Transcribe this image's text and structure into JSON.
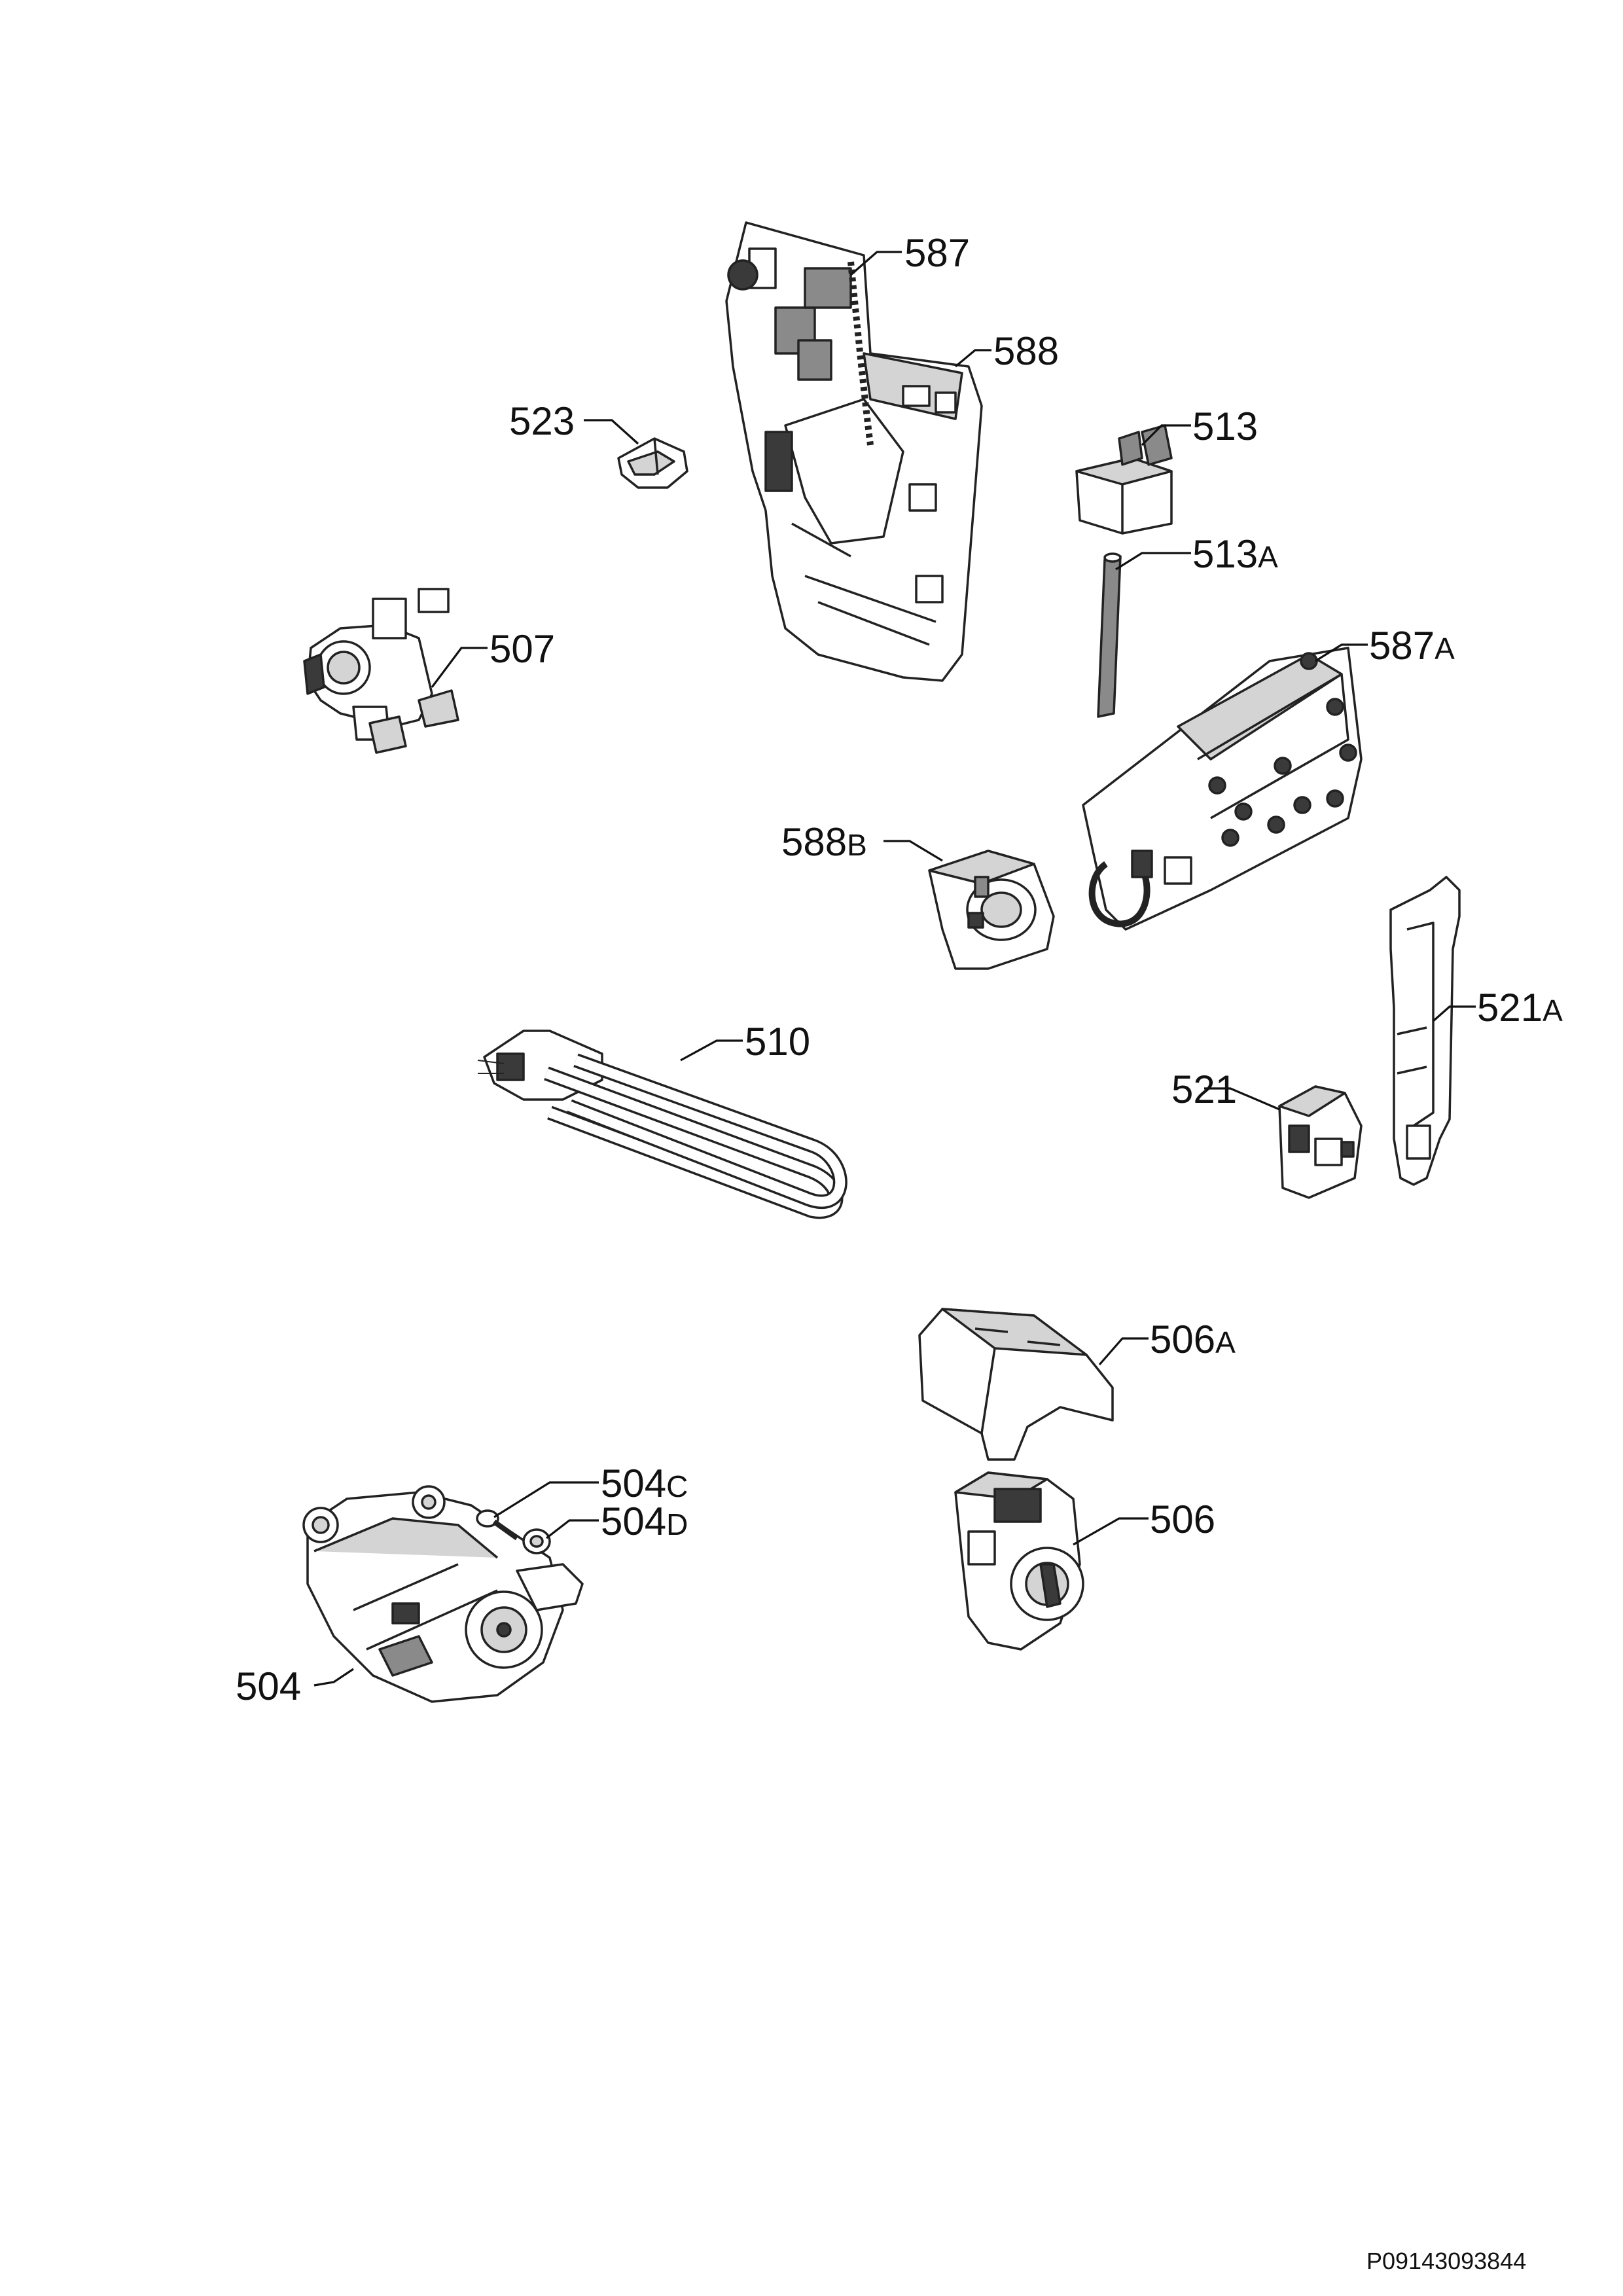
{
  "diagram": {
    "labels": [
      {
        "id": "587",
        "base": "587",
        "suffix": ""
      },
      {
        "id": "588",
        "base": "588",
        "suffix": ""
      },
      {
        "id": "523",
        "base": "523",
        "suffix": ""
      },
      {
        "id": "513",
        "base": "513",
        "suffix": ""
      },
      {
        "id": "513A",
        "base": "513",
        "suffix": "A"
      },
      {
        "id": "507",
        "base": "507",
        "suffix": ""
      },
      {
        "id": "587A",
        "base": "587",
        "suffix": "A"
      },
      {
        "id": "588B",
        "base": "588",
        "suffix": "B"
      },
      {
        "id": "510",
        "base": "510",
        "suffix": ""
      },
      {
        "id": "521A",
        "base": "521",
        "suffix": "A"
      },
      {
        "id": "521",
        "base": "521",
        "suffix": ""
      },
      {
        "id": "506A",
        "base": "506",
        "suffix": "A"
      },
      {
        "id": "504C",
        "base": "504",
        "suffix": "C"
      },
      {
        "id": "504D",
        "base": "504",
        "suffix": "D"
      },
      {
        "id": "506",
        "base": "506",
        "suffix": ""
      },
      {
        "id": "504",
        "base": "504",
        "suffix": ""
      }
    ]
  },
  "footer": {
    "document_number": "P09143093844"
  }
}
